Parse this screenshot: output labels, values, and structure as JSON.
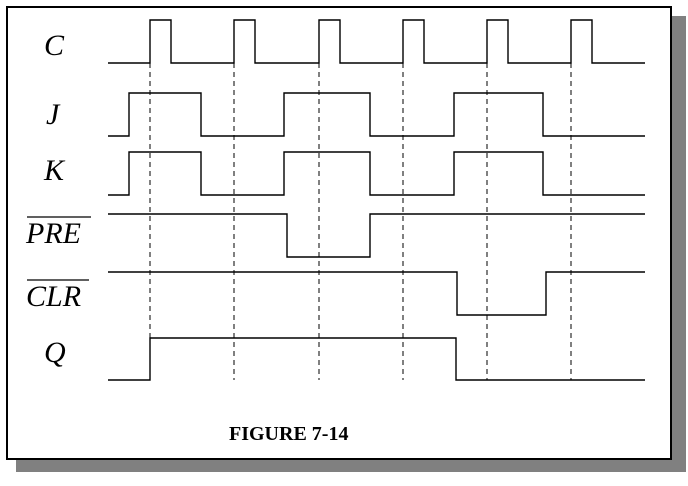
{
  "figure": {
    "caption": "FIGURE 7-14"
  },
  "signals": [
    {
      "name": "C",
      "overbar": false,
      "initial": 0,
      "transitions": [
        150,
        171,
        234,
        255,
        319,
        340,
        403,
        424,
        487,
        508,
        571,
        592
      ]
    },
    {
      "name": "J",
      "overbar": false,
      "initial": 0,
      "transitions": [
        129,
        201,
        284,
        370,
        454,
        543
      ]
    },
    {
      "name": "K",
      "overbar": false,
      "initial": 0,
      "transitions": [
        129,
        201,
        284,
        370,
        454,
        543
      ]
    },
    {
      "name": "PRE",
      "overbar": true,
      "initial": 1,
      "transitions": [
        287,
        370
      ]
    },
    {
      "name": "CLR",
      "overbar": true,
      "initial": 1,
      "transitions": [
        457,
        546
      ]
    },
    {
      "name": "Q",
      "overbar": false,
      "initial": 0,
      "transitions": [
        150,
        456
      ]
    }
  ],
  "clock_edges": [
    150,
    234,
    319,
    403,
    487,
    571
  ]
}
